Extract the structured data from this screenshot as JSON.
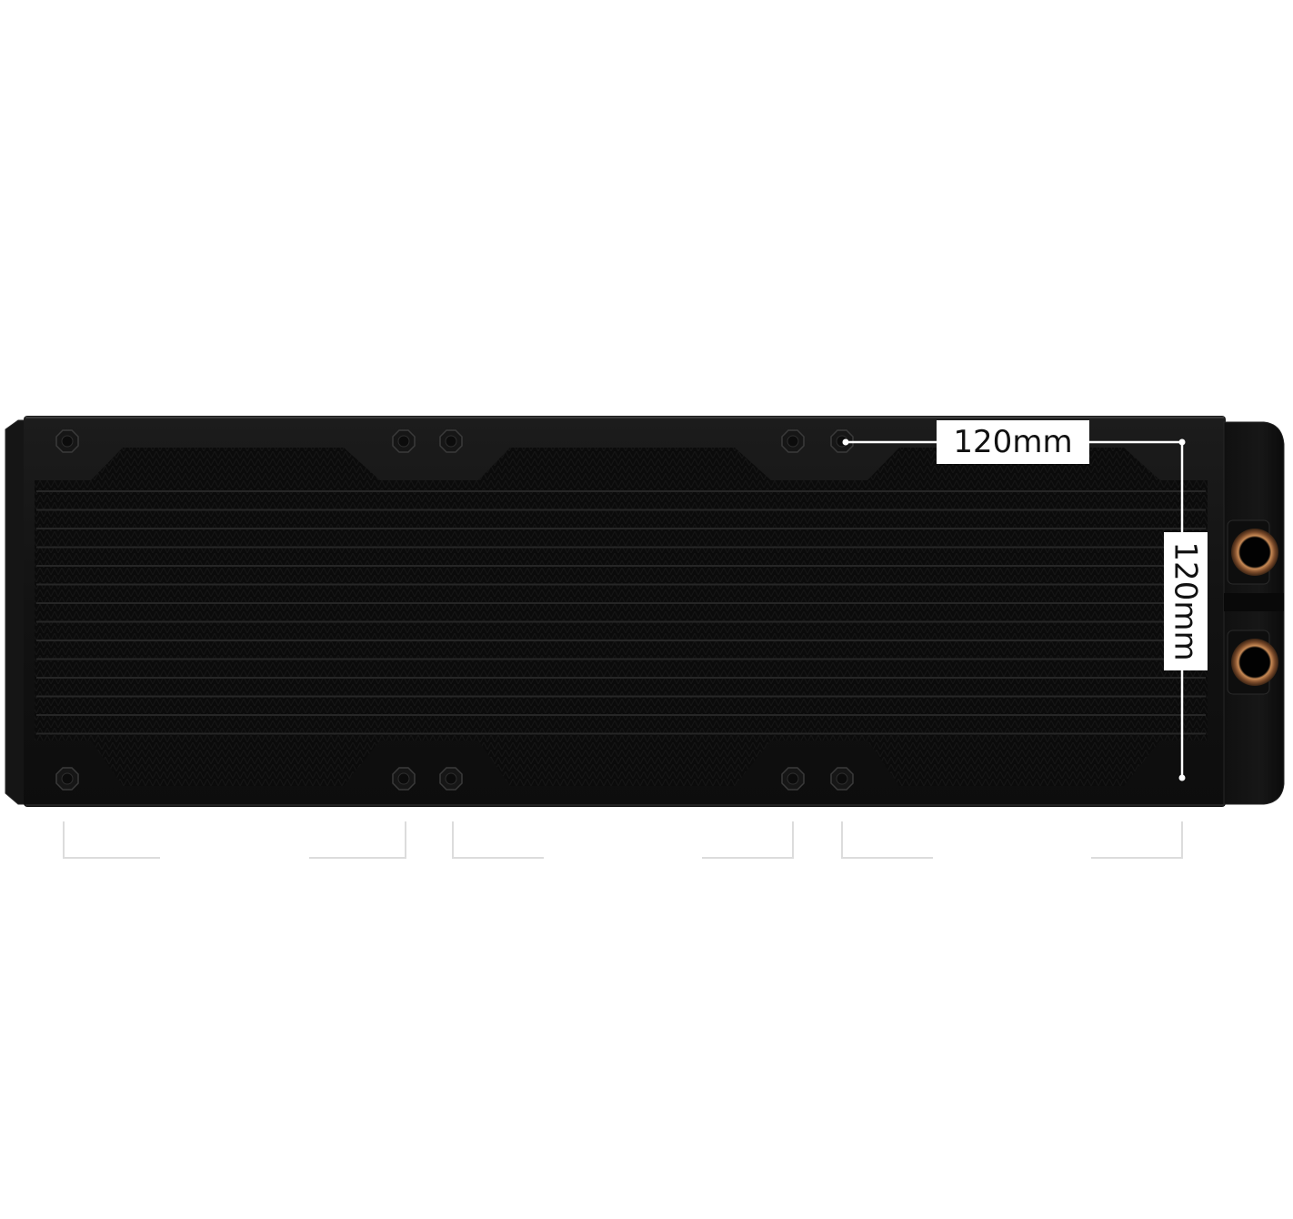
{
  "product": {
    "name": "triple-120mm-radiator",
    "colors": {
      "frame": "#121212",
      "fins": "#0a0a0a",
      "fitting_copper": "#a0673c",
      "dimension_lines": "#ffffff",
      "guide_lines": "#dcdcdc"
    }
  },
  "dimensions": {
    "width_label": "120mm",
    "height_label": "120mm"
  }
}
